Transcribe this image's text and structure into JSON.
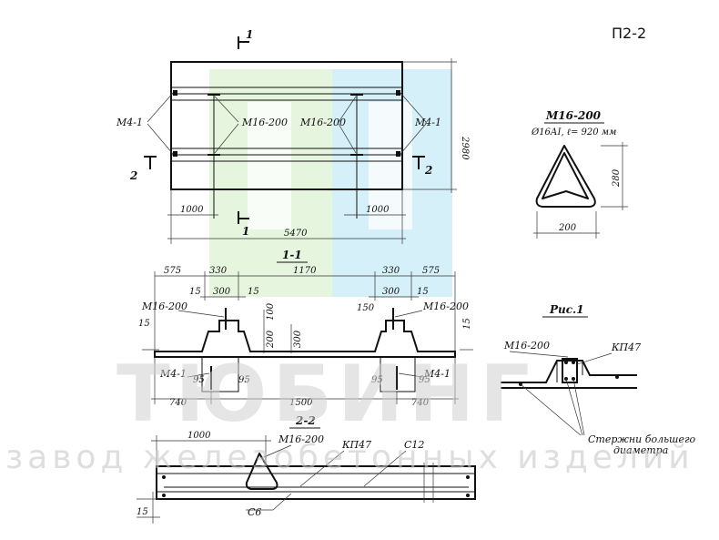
{
  "sheet_code": "П2-2",
  "plan": {
    "width_dim": "2980",
    "length_dim": "5470",
    "offset_left": "1000",
    "offset_right": "1000",
    "cut_1": "1",
    "cut_2": "2",
    "label_m41_left": "М4-1",
    "label_m41_right": "М4-1",
    "label_m16_left": "М16-200",
    "label_m16_right": "М16-200"
  },
  "loop_detail": {
    "title": "М16-200",
    "spec": "Ø16АI, ℓ= 920 мм",
    "height_dim": "280",
    "width_dim": "200"
  },
  "section_1": {
    "title": "1-1",
    "dims_top": [
      "575",
      "330",
      "1170",
      "330",
      "575"
    ],
    "dims_mid": [
      "15",
      "300",
      "15",
      "150",
      "300",
      "15"
    ],
    "dims_height": [
      "15",
      "100",
      "200",
      "300",
      "15"
    ],
    "dims_bottom": [
      "740",
      "1500",
      "740"
    ],
    "dims_rib": [
      "95",
      "95",
      "95",
      "95"
    ],
    "label_m16_left": "М16-200",
    "label_m16_right": "М16-200",
    "label_m41_left": "М4-1",
    "label_m41_right": "М4-1"
  },
  "fig_1": {
    "title": "Рис.1",
    "label_m16": "М16-200",
    "label_kp": "КП47",
    "note_line1": "Стержни большего",
    "note_line2": "диаметра"
  },
  "section_2": {
    "title": "2-2",
    "dim_offset": "1000",
    "dim_thickness": "15",
    "label_m16": "М16-200",
    "label_kp": "КП47",
    "label_c12": "С12",
    "label_c6": "С6"
  },
  "watermark": {
    "brand": "ТЮБИНГ",
    "subtitle": "завод железобетонных изделий"
  }
}
